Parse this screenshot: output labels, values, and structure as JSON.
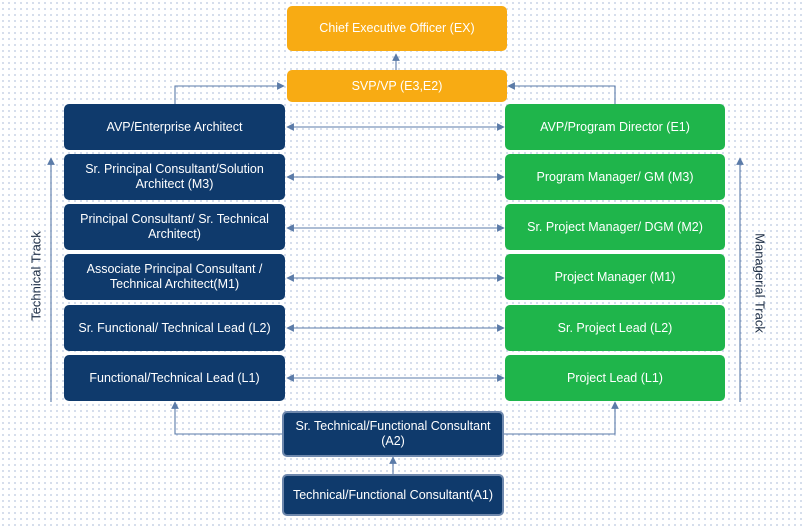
{
  "executive": {
    "ceo": "Chief Executive Officer (EX)",
    "svp": "SVP/VP (E3,E2)"
  },
  "technical_track": {
    "label": "Technical Track",
    "levels": [
      "AVP/Enterprise Architect",
      "Sr. Principal Consultant/Solution Architect (M3)",
      "Principal Consultant/ Sr. Technical Architect)",
      "Associate Principal Consultant / Technical Architect(M1)",
      "Sr. Functional/ Technical Lead (L2)",
      "Functional/Technical Lead (L1)"
    ]
  },
  "managerial_track": {
    "label": "Managerial Track",
    "levels": [
      "AVP/Program Director (E1)",
      "Program Manager/ GM (M3)",
      "Sr. Project Manager/ DGM (M2)",
      "Project Manager (M1)",
      "Sr. Project Lead (L2)",
      "Project Lead (L1)"
    ]
  },
  "entry": {
    "a2": "Sr. Technical/Functional Consultant (A2)",
    "a1": "Technical/Functional Consultant(A1)"
  },
  "colors": {
    "executive": "#f8ab13",
    "technical": "#0f3a6c",
    "managerial": "#1fb54b",
    "connector": "#5b7ba8"
  }
}
